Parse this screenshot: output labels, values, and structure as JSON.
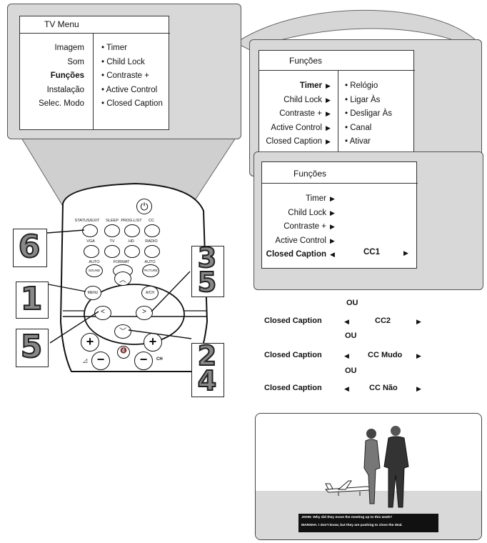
{
  "tv_menu": {
    "title": "TV Menu",
    "left_items": [
      "Imagem",
      "Som",
      "Funções",
      "Instalação",
      "Selec. Modo"
    ],
    "right_items": [
      "• Timer",
      "• Child Lock",
      "• Contraste +",
      "• Active Control",
      "• Closed Caption"
    ]
  },
  "funcoes_menu_1": {
    "title": "Funções",
    "left_items": [
      "Timer",
      "Child Lock",
      "Contraste +",
      "Active Control",
      "Closed Caption"
    ],
    "right_items": [
      "• Relógio",
      "• Ligar Às",
      "• Desligar Às",
      "• Canal",
      "• Ativar"
    ]
  },
  "funcoes_menu_2": {
    "title": "Funções",
    "left_items": [
      "Timer",
      "Child Lock",
      "Contraste +",
      "Active Control",
      "Closed Caption"
    ],
    "value": "CC1"
  },
  "options": {
    "separator": "OU",
    "label": "Closed Caption",
    "values": [
      "CC2",
      "CC Mudo",
      "CC Não"
    ]
  },
  "remote": {
    "labels": {
      "status": "STATUS/EXIT",
      "sleep": "SLEEP",
      "proglist": "PROG.LIST",
      "cc": "CC",
      "vga": "VGA",
      "tv": "TV",
      "hd": "HD",
      "radio": "RADIO",
      "auto_sound_top": "AUTO",
      "auto_sound": "SOUND",
      "format": "FORMAT",
      "auto_picture_top": "AUTO",
      "auto_picture": "PICTURE",
      "menu": "MENU",
      "ach": "A/CH",
      "ch": "CH"
    },
    "callouts": [
      "6",
      "3",
      "5",
      "1",
      "5",
      "2",
      "4"
    ]
  },
  "caption_image": {
    "line1": "JOHN: Why did they move  the meeting up to this week?",
    "line2": "MARSHA: I don't know, but they are pushing to close the deal."
  }
}
